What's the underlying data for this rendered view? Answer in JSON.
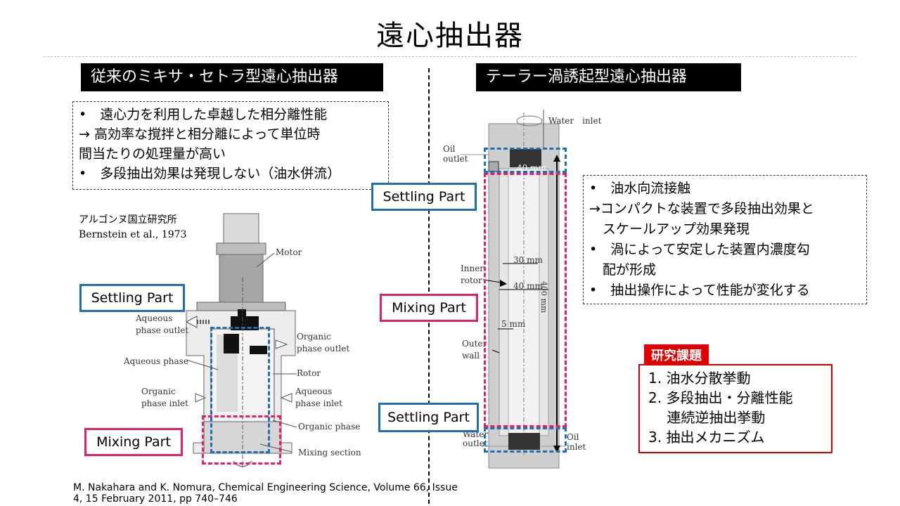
{
  "title": "遠心抽出器",
  "left": {
    "header": "従来のミキサ・セトラ型遠心抽出器",
    "bullets": [
      "•　遠心力を利用した卓越した相分離性能",
      "→ 高効率な撹拌と相分離によって単位時",
      "間当たりの処理量が高い",
      "•　多段抽出効果は発現しない（油水併流）"
    ],
    "source_org": "アルゴンヌ国立研究所",
    "source_ref": "Bernstein et al., 1973",
    "settling_label": "Settling Part",
    "mixing_label": "Mixing Part",
    "diagram_labels": {
      "motor": "Motor",
      "aqueous_outlet_1": "Aqueous",
      "aqueous_outlet_2": "phase outlet",
      "organic_outlet_1": "Organic",
      "organic_outlet_2": "phase outlet",
      "aqueous_phase": "Aqueous phase",
      "rotor": "Rotor",
      "organic_inlet_1": "Organic",
      "organic_inlet_2": "phase inlet",
      "aqueous_inlet_1": "Aqueous",
      "aqueous_inlet_2": "phase inlet",
      "organic_phase": "Organic phase",
      "mixing_section": "Mixing section"
    },
    "citation_1": "M. Nakahara and K. Nomura, Chemical Engineering Science, Volume 66, Issue",
    "citation_2": "4, 15 February 2011, pp 740–746"
  },
  "right": {
    "header": "テーラー渦誘起型遠心抽出器",
    "bullets": [
      "•　油水向流接触",
      "→コンパクトな装置で多段抽出効果と",
      "　スケールアップ効果発現",
      "•　渦によって安定した装置内濃度勾",
      "　配が形成",
      "•　抽出操作によって性能が変化する"
    ],
    "settling_top_label": "Settling Part",
    "mixing_label": "Mixing Part",
    "settling_bottom_label": "Settling Part",
    "diagram_labels": {
      "water_inlet": "Water　inlet",
      "oil_outlet_1": "Oil",
      "oil_outlet_2": "outlet",
      "dim_40_top": "40 mm",
      "inner_rotor_1": "Inner",
      "inner_rotor_2": "rotor",
      "dim_30": "30 mm",
      "dim_40": "40 mm",
      "dim_5": "5 mm",
      "outer_wall_1": "Outer",
      "outer_wall_2": "wall",
      "water_outlet_1": "Water",
      "water_outlet_2": "outlet",
      "oil_inlet_1": "Oil",
      "oil_inlet_2": "inlet",
      "height_dim": "400 mm"
    },
    "research_header": "研究課題",
    "research_items": [
      "1.  油水分散挙動",
      "2.  多段抽出・分離性能",
      "　 連続逆抽出挙動",
      "3.  抽出メカニズム"
    ]
  },
  "colors": {
    "blue_box": "#1f6fb5",
    "pink_box": "#e0206a",
    "red_accent": "#e00000"
  }
}
